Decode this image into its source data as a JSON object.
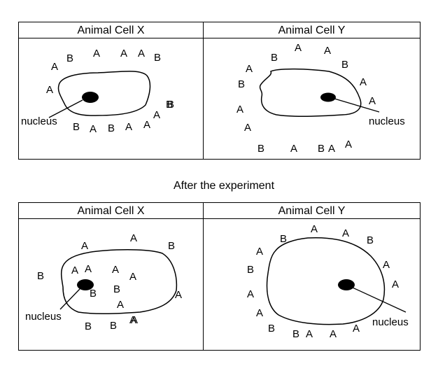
{
  "top_table": {
    "left_header": "Animal Cell X",
    "right_header": "Animal Cell Y"
  },
  "middle_caption": "After the experiment",
  "bottom_table": {
    "left_header": "Animal Cell X",
    "right_header": "Animal Cell Y"
  },
  "nucleus_label": "nucleus",
  "particles": {
    "top_x": [
      "B",
      "A",
      "A",
      "A",
      "B",
      "A",
      "A",
      "B",
      "A",
      "A",
      "B",
      "A",
      "B",
      "A",
      "B"
    ],
    "top_y": [
      "A",
      "B",
      "A",
      "A",
      "B",
      "B",
      "A",
      "A",
      "A",
      "A",
      "B",
      "A",
      "B",
      "A",
      "A"
    ],
    "bottom_x": [
      "A",
      "A",
      "B",
      "A",
      "A",
      "B",
      "A",
      "B",
      "A",
      "B",
      "A",
      "B",
      "A",
      "A",
      "B",
      "A"
    ],
    "bottom_y": [
      "A",
      "B",
      "A",
      "B",
      "A",
      "B",
      "A",
      "A",
      "A",
      "A",
      "B",
      "B",
      "A",
      "A",
      "A"
    ]
  }
}
